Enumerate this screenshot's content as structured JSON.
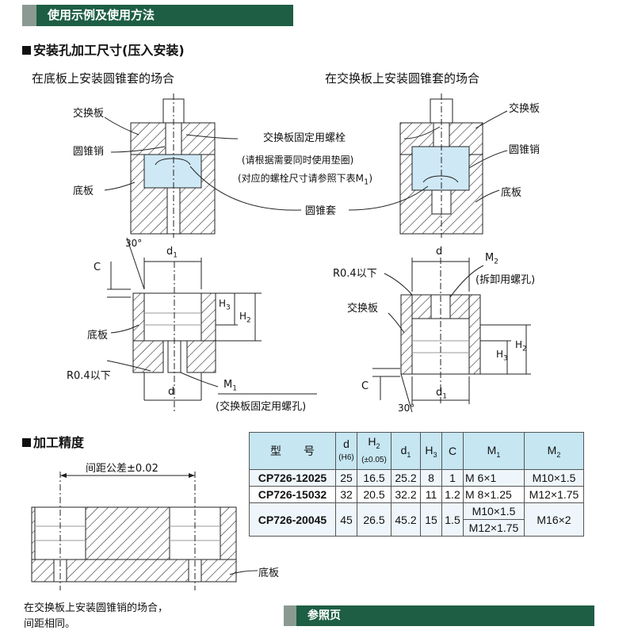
{
  "banner": {
    "title": "使用示例及使用方法"
  },
  "install": {
    "title": "安装孔加工尺寸(压入安装)",
    "left_caption": "在底板上安装圆锥套的场合",
    "right_caption": "在交换板上安装圆锥套的场合",
    "exchange_plate": "交换板",
    "taper_pin": "圆锥销",
    "base_plate": "底板",
    "bolt_note_1": "交换板固定用螺栓",
    "bolt_note_2": "(请根据需要同时使用垫圈)",
    "bolt_note_3": "(对应的螺栓尺寸请参照下表M",
    "bolt_note_3_sub": "1",
    "bolt_note_3_end": ")",
    "taper_bushing": "圆锥套"
  },
  "dims": {
    "angle": "30°",
    "c": "C",
    "d1": "d",
    "d1_sub": "1",
    "d": "d",
    "h3": "H",
    "h3_sub": "3",
    "h2": "H",
    "h2_sub": "2",
    "r04": "R0.4以下",
    "m1": "M",
    "m1_sub": "1",
    "m1_note": "(交换板固定用螺孔)",
    "m2": "M",
    "m2_sub": "2",
    "m2_note": "(拆卸用螺孔)",
    "base": "底板",
    "exchange": "交换板"
  },
  "precision": {
    "title": "加工精度",
    "tolerance": "间距公差±0.02",
    "base_plate": "底板",
    "note_line1": "在交换板上安装圆锥销的场合，",
    "note_line2": "间距相同。"
  },
  "table": {
    "headers": {
      "model": "型　　号",
      "d": "d",
      "d_sub": "(H6)",
      "h2": "H",
      "h2_sub": "2",
      "h2_tol": "(±0.05)",
      "d1": "d",
      "d1_sub": "1",
      "h3": "H",
      "h3_sub": "3",
      "c": "C",
      "m1": "M",
      "m1_sub": "1",
      "m2": "M",
      "m2_sub": "2"
    },
    "rows": [
      {
        "model": "CP726-12025",
        "d": "25",
        "h2": "16.5",
        "d1": "25.2",
        "h3": "8",
        "c": "1",
        "m1": "M 6×1",
        "m2": "M10×1.5"
      },
      {
        "model": "CP726-15032",
        "d": "32",
        "h2": "20.5",
        "d1": "32.2",
        "h3": "11",
        "c": "1.2",
        "m1": "M 8×1.25",
        "m2": "M12×1.75"
      },
      {
        "model": "CP726-20045",
        "d": "45",
        "h2": "26.5",
        "d1": "45.2",
        "h3": "15",
        "c": "1.5",
        "m1a": "M10×1.5",
        "m1b": "M12×1.75",
        "m2": "M16×2"
      }
    ]
  },
  "reference": {
    "title": "参照页"
  },
  "colors": {
    "banner": "#1d5e45",
    "table_header": "#c6e6f2",
    "bushing": "#cfe8f5"
  }
}
